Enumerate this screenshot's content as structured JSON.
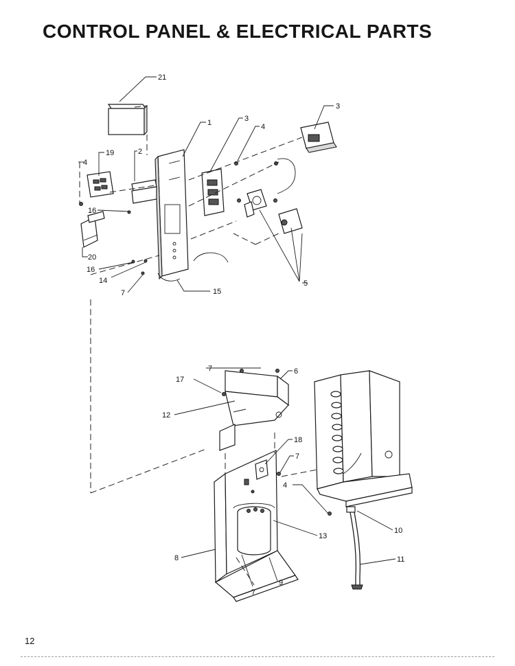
{
  "page": {
    "title": "CONTROL PANEL & ELECTRICAL PARTS",
    "page_number": "12"
  },
  "callouts": {
    "c21": "21",
    "c3a": "3",
    "c1": "1",
    "c3b": "3",
    "c4a": "4",
    "c19": "19",
    "c2": "2",
    "c4b": "4",
    "c16a": "16",
    "c20": "20",
    "c16b": "16",
    "c14": "14",
    "c7a": "7",
    "c15": "15",
    "c5": "5",
    "c7b": "7",
    "c6": "6",
    "c17": "17",
    "c12": "12",
    "c18": "18",
    "c7c": "7",
    "c4c": "4",
    "c13": "13",
    "c10": "10",
    "c11": "11",
    "c8": "8",
    "c7d": "7",
    "c9": "9"
  }
}
